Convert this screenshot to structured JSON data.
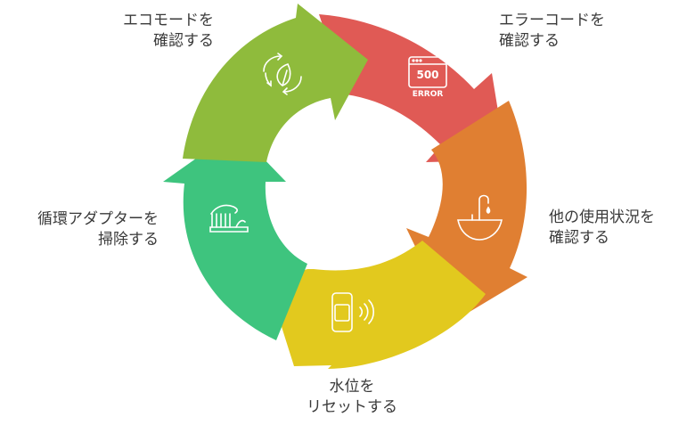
{
  "steps": [
    {
      "id": "error-code",
      "line1": "エラーコードを",
      "line2": "確認する",
      "color": "#e05a55",
      "icon": "error-500-icon",
      "icon_text_top": "500",
      "icon_text_bottom": "ERROR"
    },
    {
      "id": "other-usage",
      "line1": "他の使用状況を",
      "line2": "確認する",
      "color": "#e07f32",
      "icon": "sink-faucet-icon"
    },
    {
      "id": "water-level",
      "line1": "水位を",
      "line2": "リセットする",
      "color": "#e2c91e",
      "icon": "water-sensor-icon"
    },
    {
      "id": "circulation-adapter",
      "line1": "循環アダプターを",
      "line2": "掃除する",
      "color": "#3ec47e",
      "icon": "toothbrush-icon"
    },
    {
      "id": "eco-mode",
      "line1": "エコモードを",
      "line2": "確認する",
      "color": "#8fbb3c",
      "icon": "eco-cycle-icon"
    }
  ]
}
